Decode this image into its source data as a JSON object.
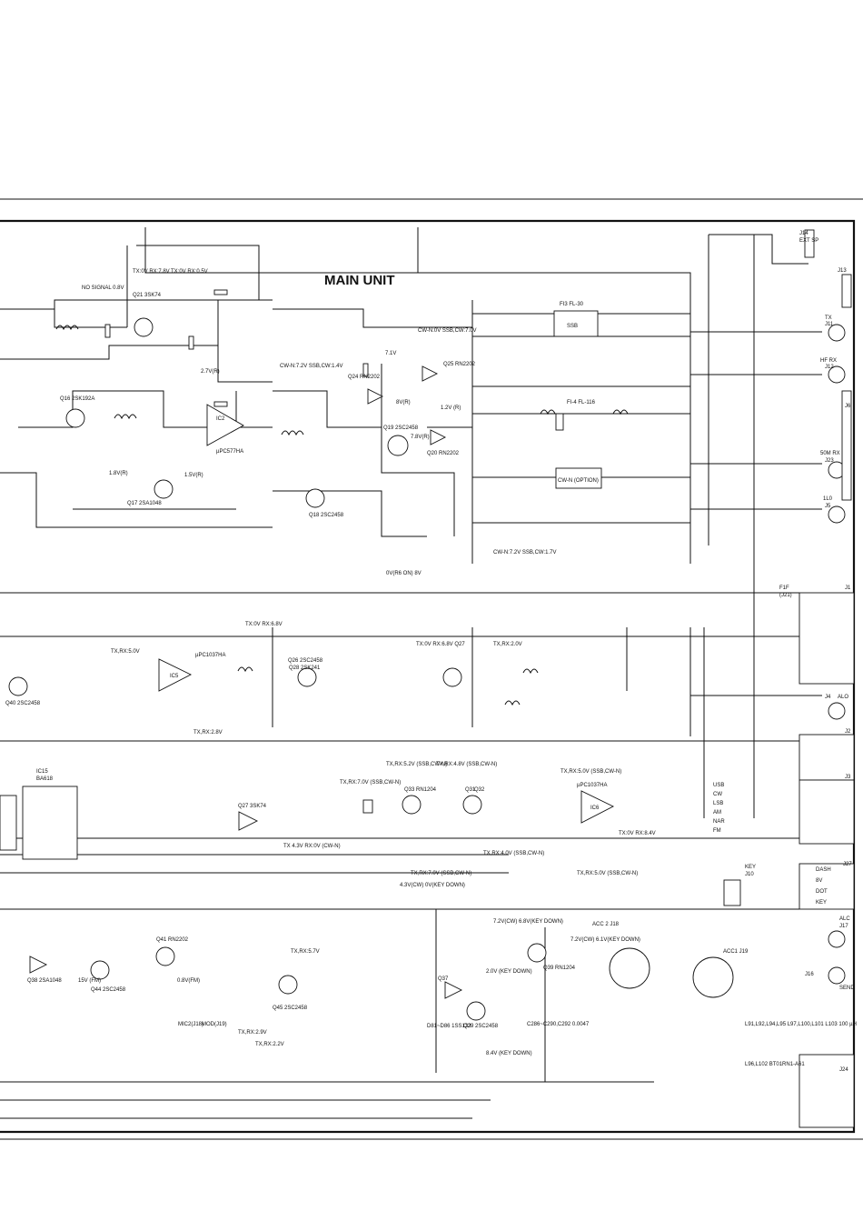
{
  "title": "MAIN UNIT",
  "connectors": {
    "j14": "J14",
    "j14_desc": "EXT SP",
    "j13": "J13",
    "j11": "J11",
    "j11_desc": "TX",
    "j12": "J12",
    "j12_desc": "HF RX",
    "j6": "J6",
    "j23": "J23",
    "j23_desc": "50M RX",
    "j5": "J5",
    "j5_desc": "1L0",
    "j1": "J1",
    "j4": "J4",
    "j4_desc": "ALO",
    "j2": "J2",
    "j3": "J3",
    "j27": "J27",
    "j17": "J17",
    "j17_desc": "ALC",
    "j16": "J16",
    "j16_desc": "SEND",
    "j24": "J24",
    "j10": "J10",
    "j10_desc": "KEY",
    "j18": "ACC 2 J18",
    "j19": "ACC1 J19",
    "f1f": "F1F",
    "j21": "(J21)"
  },
  "mode_lines": [
    "USB",
    "CW",
    "LSB",
    "AM",
    "NAR",
    "FM"
  ],
  "key_lines": [
    "DASH",
    "8V",
    "DOT",
    "KEY"
  ],
  "ic_labels": [
    {
      "id": "IC2",
      "part": "µPC577HA"
    },
    {
      "id": "IC5",
      "part": "µPC1037HA"
    },
    {
      "id": "IC6",
      "part": "µPC1037HA"
    },
    {
      "id": "IC15",
      "part": "BA618"
    }
  ],
  "filters": [
    "FI3 FL-30",
    "FI-4 FL-116",
    "CW-N (OPTION)",
    "SSB"
  ],
  "transistors": [
    "Q21 3SK74",
    "Q16 2SK192A",
    "Q17 2SA1048",
    "Q18 2SC2458",
    "Q19 2SC2458",
    "Q20 RN2202",
    "Q24 RN2202",
    "Q25 RN2202",
    "Q26 2SC2458",
    "Q28 2SK241",
    "Q27 3SK74",
    "Q33 RN1204",
    "Q31",
    "Q32",
    "Q37",
    "Q39 RN1204",
    "Q38 2SA1048",
    "Q41 RN2202",
    "Q44 2SC2458",
    "Q45 2SC2458",
    "Q40 2SC2458",
    "Q29 2SC2458"
  ],
  "voltage_notes": [
    "TX:0V RX:7.8V",
    "TX:0V RX:0.5V",
    "NO SIGNAL 0.8V",
    "CW-N:0V SSB,CW:7.0V",
    "CW-N:7.2V SSB,CW:1.4V",
    "7.1V",
    "8V(R)",
    "1.2V (R)",
    "7.8V(R)",
    "2.7V(R)",
    "1.8V(R)",
    "1.5V(R)",
    "0V(R6 ON) 8V",
    "CW-N:7.2V SSB,CW:1.7V",
    "TX:0V RX:6.8V",
    "TX,RX:5.0V",
    "TX,RX:2.8V",
    "TX:0V RX:6.8V Q27",
    "TX,RX:2.0V",
    "TX,RX:5.2V (SSB,CW-N)",
    "TX,RX:4.8V (SSB,CW-N)",
    "TX,RX:7.0V (SSB,CW-N)",
    "TX,RX:5.0V (SSB,CW-N)",
    "TX,RX:4.0V (SSB,CW-N)",
    "TX,RX:7.0V (SSB,CW-N)",
    "TX,RX:5.0V (SSB,CW-N)",
    "4.3V(CW) 0V(KEY DOWN)",
    "7.2V(CW) 6.8V(KEY DOWN)",
    "7.2V(CW) 6.1V(KEY DOWN)",
    "2.0V (KEY DOWN)",
    "8.4V (KEY DOWN)",
    "TX,RX:5.7V",
    "TX,RX:2.9V",
    "TX,RX:2.2V",
    "TX 4.3V RX:0V (CW-N)",
    "TX:0V RX:8.4V",
    "0.8V(FM)",
    "15V (FM)"
  ],
  "notes": [
    "L91,L92,L94,L95 L97,L100,L101 L103 100 µH",
    "L96,L102 BT01RN1-A61",
    "C286~C290,C292 0.0047",
    "D81~D86 1SS133",
    "MIC2(J18)",
    "MOD(J19)"
  ]
}
